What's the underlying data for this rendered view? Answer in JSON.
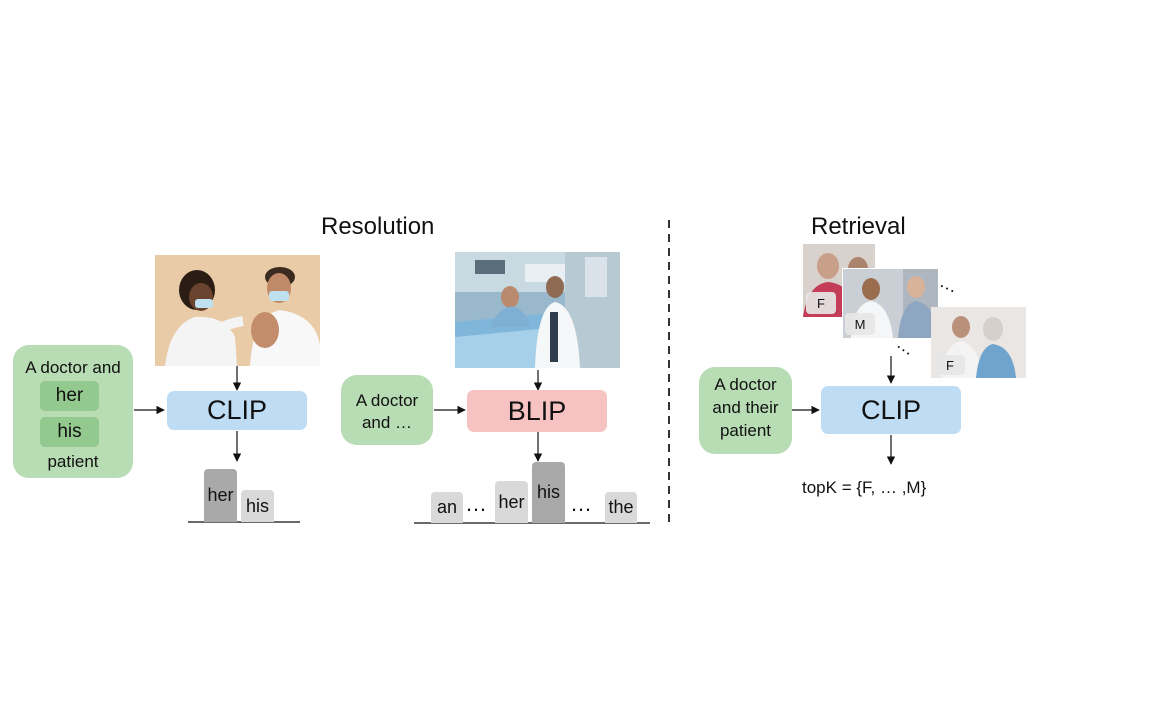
{
  "resolution": {
    "title": "Resolution",
    "clip_panel": {
      "prompt_top": "A doctor and",
      "options": [
        "her",
        "his"
      ],
      "prompt_bottom": "patient",
      "model": "CLIP",
      "bars": [
        {
          "label": "her",
          "score": 0.9,
          "highlight": true
        },
        {
          "label": "his",
          "score": 0.55,
          "highlight": false
        }
      ]
    },
    "blip_panel": {
      "prompt": [
        "A doctor",
        "and …"
      ],
      "model": "BLIP",
      "tokens": [
        "an",
        "…",
        "her",
        "his",
        "…",
        "the"
      ],
      "bars": [
        {
          "label": "an",
          "score": 0.3
        },
        {
          "label": "her",
          "score": 0.42
        },
        {
          "label": "his",
          "score": 0.62
        },
        {
          "label": "the",
          "score": 0.3
        }
      ]
    }
  },
  "retrieval": {
    "title": "Retrieval",
    "prompt": [
      "A doctor",
      "and their",
      "patient"
    ],
    "model": "CLIP",
    "image_tags": [
      "F",
      "M",
      "F"
    ],
    "output": "topK = {F, … ,M}",
    "ellipsis": "…"
  },
  "colors": {
    "prompt_box": "#b8dcb4",
    "option_chip": "#93c98f",
    "clip_box": "#bfdcf5",
    "blip_box": "#f7c2c2",
    "bar_top": "#a9a9a9",
    "bar_other": "#d9d9d9"
  }
}
